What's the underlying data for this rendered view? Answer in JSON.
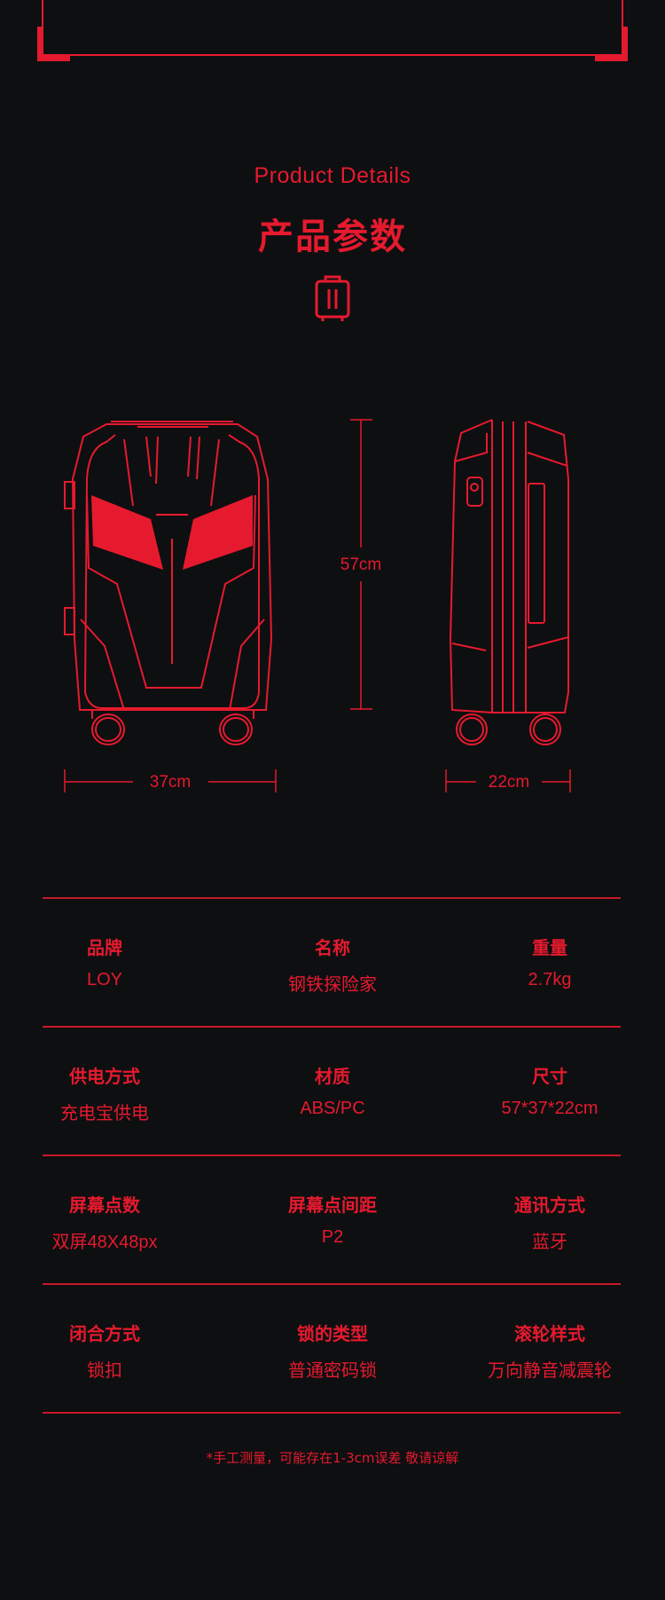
{
  "header": {
    "subtitle": "Product Details",
    "title": "产品参数",
    "icon": "suitcase-icon"
  },
  "dimensions": {
    "height": "57cm",
    "width": "37cm",
    "depth": "22cm"
  },
  "specs": [
    [
      {
        "label": "品牌",
        "value": "LOY"
      },
      {
        "label": "名称",
        "value": "钢铁探险家"
      },
      {
        "label": "重量",
        "value": "2.7kg"
      }
    ],
    [
      {
        "label": "供电方式",
        "value": "充电宝供电"
      },
      {
        "label": "材质",
        "value": "ABS/PC"
      },
      {
        "label": "尺寸",
        "value": "57*37*22cm"
      }
    ],
    [
      {
        "label": "屏幕点数",
        "value": "双屏48X48px"
      },
      {
        "label": "屏幕点间距",
        "value": "P2"
      },
      {
        "label": "通讯方式",
        "value": "蓝牙"
      }
    ],
    [
      {
        "label": "闭合方式",
        "value": "锁扣"
      },
      {
        "label": "锁的类型",
        "value": "普通密码锁"
      },
      {
        "label": "滚轮样式",
        "value": "万向静音减震轮"
      }
    ]
  ],
  "footnote": "*手工测量，可能存在1-3cm误差 敬请谅解",
  "colors": {
    "accent": "#e61a2e",
    "background": "#0e0f11"
  }
}
